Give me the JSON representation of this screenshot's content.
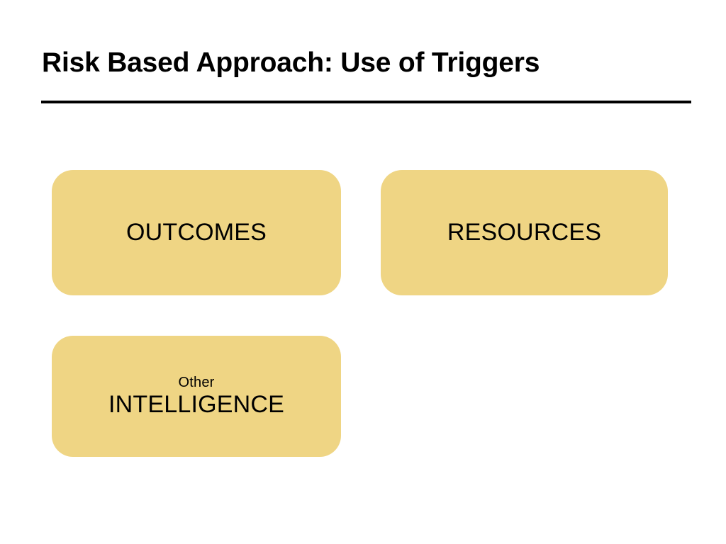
{
  "slide": {
    "title": "Risk Based Approach: Use of Triggers",
    "background_color": "#ffffff",
    "rule_color": "#000000",
    "box_fill_color": "#efd584",
    "text_color": "#000000"
  },
  "boxes": [
    {
      "id": "outcomes",
      "label": "OUTCOMES",
      "sublabel": null
    },
    {
      "id": "resources",
      "label": "RESOURCES",
      "sublabel": null
    },
    {
      "id": "intelligence",
      "label": "INTELLIGENCE",
      "sublabel": "Other"
    }
  ]
}
